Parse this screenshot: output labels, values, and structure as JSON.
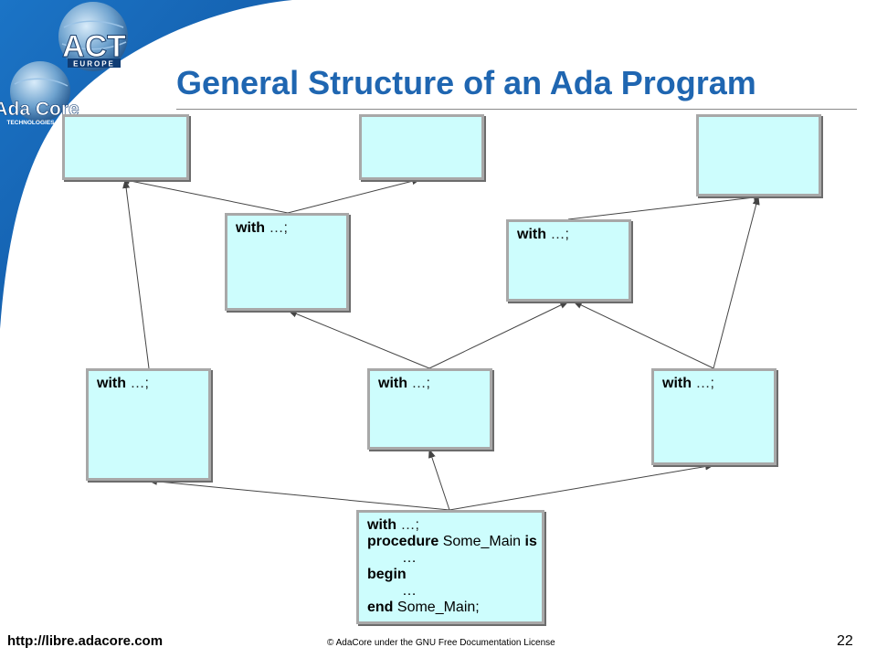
{
  "slide": {
    "title": "General Structure of an Ada Program",
    "logos": {
      "act": {
        "main": "ACT",
        "sub": "EUROPE"
      },
      "adacore": {
        "main": "Ada Core",
        "sub": "TECHNOLOGIES,INC"
      }
    },
    "footer": {
      "url": "http://libre.adacore.com",
      "license": "© AdaCore under the GNU Free Documentation License",
      "page_number": "22"
    },
    "colors": {
      "title": "#1f66b1",
      "box_fill": "#cdfdfd",
      "box_border": "#a8a8a8",
      "corner_blue": "#1565b8"
    }
  },
  "diagram": {
    "units": {
      "with_kw": "with",
      "with_dots": "…;",
      "main": {
        "with_kw": "with",
        "with_dots": "…;",
        "procedure_kw": "procedure",
        "procedure_name": "Some_Main",
        "is_kw": "is",
        "decl_dots": "…",
        "begin_kw": "begin",
        "body_dots": "…",
        "end_kw": "end",
        "end_name": "Some_Main;"
      }
    }
  }
}
